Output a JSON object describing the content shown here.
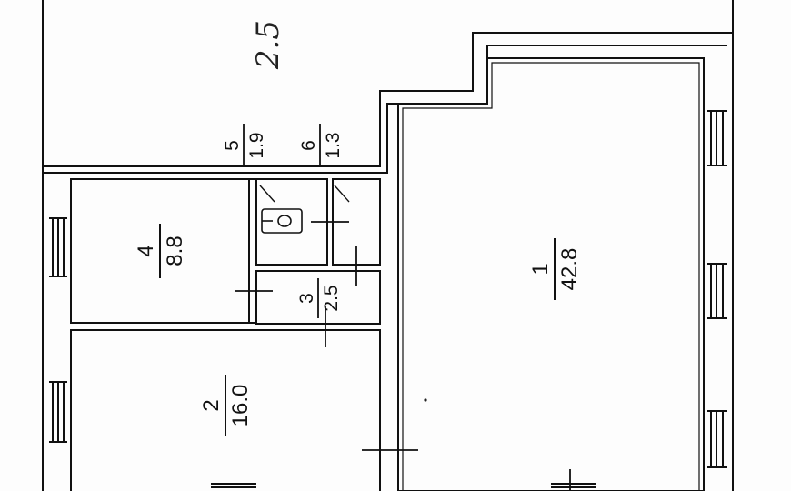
{
  "floor_plan": {
    "ceiling_height_note": "2.5",
    "rooms": [
      {
        "number": "1",
        "area": "42.8"
      },
      {
        "number": "2",
        "area": "16.0"
      },
      {
        "number": "3",
        "area": "2.5"
      },
      {
        "number": "4",
        "area": "8.8"
      },
      {
        "number": "5",
        "area": "1.9"
      },
      {
        "number": "6",
        "area": "1.3"
      }
    ]
  }
}
